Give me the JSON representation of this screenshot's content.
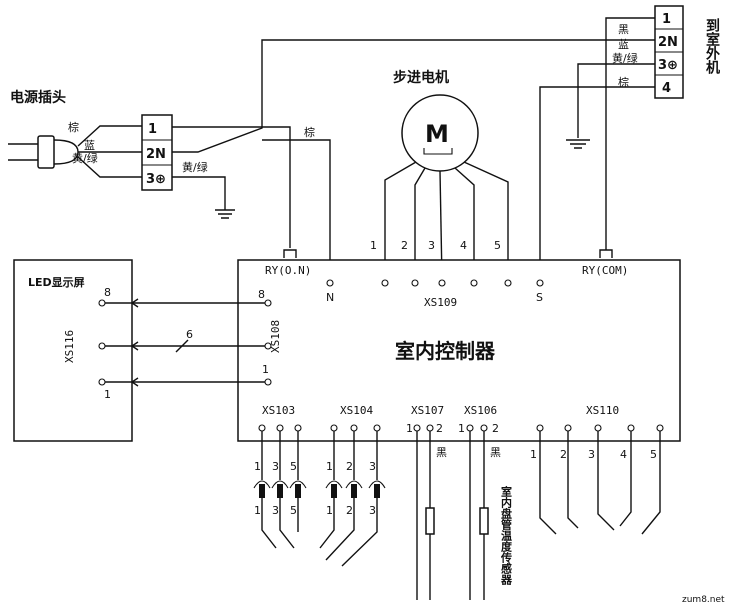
{
  "power_plug": {
    "title": "电源插头",
    "wire_brown": "棕",
    "wire_blue": "蓝",
    "wire_yellow_green": "黄/绿",
    "terminals": [
      "1",
      "2N",
      "3⊕"
    ],
    "ground_wire_label": "黄/绿",
    "n_wire_label": "棕"
  },
  "motor": {
    "title": "步进电机",
    "symbol": "M",
    "pins": [
      "1",
      "2",
      "3",
      "4",
      "5"
    ]
  },
  "outdoor": {
    "title": "到室外机",
    "wire_labels": [
      "黑",
      "蓝",
      "黄/绿",
      "棕"
    ],
    "terminals": [
      "1",
      "2N",
      "3⊕",
      "4"
    ]
  },
  "controller": {
    "title": "室内控制器",
    "relay_on": "RY(O.N)",
    "relay_com": "RY(COM)",
    "n_label": "N",
    "s_label": "S",
    "xs109": "XS109",
    "xs108": "XS108",
    "xs103": "XS103",
    "xs104": "XS104",
    "xs107": "XS107",
    "xs106": "XS106",
    "xs110": "XS110",
    "xs108_pins": [
      "8",
      "6",
      "1"
    ]
  },
  "led": {
    "title": "LED显示屏",
    "connector": "XS116",
    "pins": [
      "8",
      "6",
      "1"
    ]
  },
  "bottom": {
    "xs103_pins_top": [
      "1",
      "3",
      "5"
    ],
    "xs103_pins_bottom": [
      "1",
      "3",
      "5"
    ],
    "xs104_pins_top": [
      "1",
      "2",
      "3"
    ],
    "xs104_pins_bottom": [
      "1",
      "2",
      "3"
    ],
    "xs107_pins": [
      "1",
      "2"
    ],
    "xs106_pins": [
      "1",
      "2"
    ],
    "xs107_wire": "黑",
    "xs106_wire": "黑",
    "sensor_label": "室内盘管温度传感器",
    "xs110_pins": [
      "1",
      "2",
      "3",
      "4",
      "5"
    ]
  },
  "watermark": "zum8.net"
}
